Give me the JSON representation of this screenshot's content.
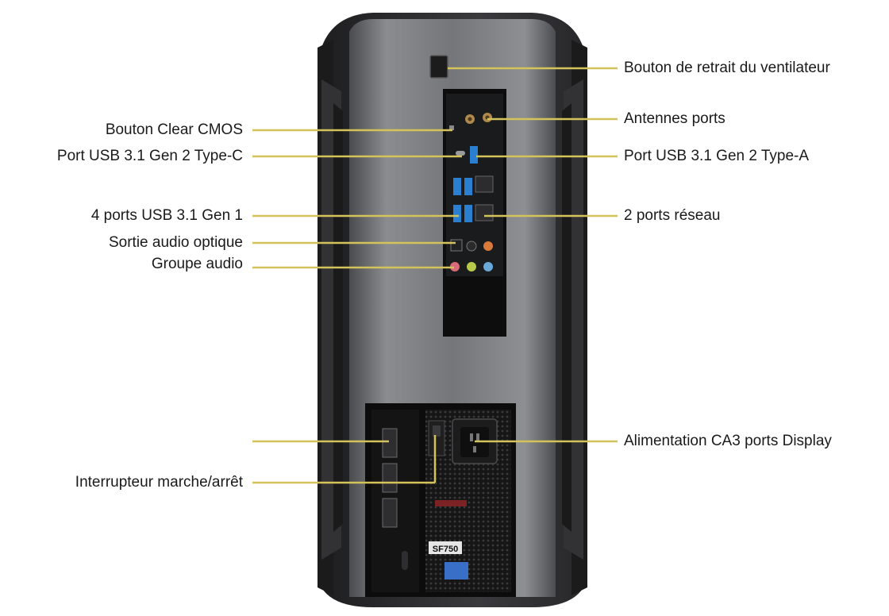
{
  "labels": {
    "fan_release_button": "Bouton de retrait du ventilateur",
    "clear_cmos_button": "Bouton Clear CMOS",
    "antenna_ports": "Antennes ports",
    "usb_type_c_port": "Port USB 3.1 Gen 2 Type-C",
    "usb_type_a_port": "Port USB 3.1 Gen 2 Type-A",
    "usb_gen1_ports": "4 ports USB 3.1 Gen 1",
    "network_ports": "2 ports réseau",
    "optical_audio_out": "Sortie audio optique",
    "audio_group": "Groupe audio",
    "ac_power_display_ports": "Alimentation CA3 ports Display",
    "power_switch": "Interrupteur marche/arrêt"
  },
  "psu_model": "SF750",
  "colors": {
    "leader_line": "#d4c25a",
    "chassis_dark": "#2b2b2d",
    "chassis_mid": "#707276",
    "panel_black": "#0c0c0d",
    "usb_blue": "#2a7fd0",
    "audio_pink": "#d96a78",
    "audio_green": "#b8c84a",
    "audio_blue": "#69a8d8",
    "audio_orange": "#d77a3a"
  }
}
